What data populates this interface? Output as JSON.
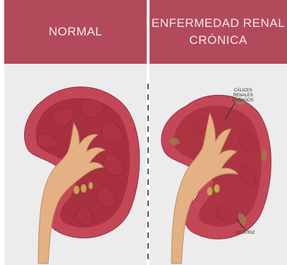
{
  "panels": {
    "left": {
      "title": "NORMAL"
    },
    "right": {
      "title_line1": "ENFERMEDAD RENAL",
      "title_line2": "CRÓNICA"
    }
  },
  "labels": {
    "damaged_calyces_line1": "CÁLICES RENALES",
    "damaged_calyces_line2": "DAÑADOS",
    "scar": "CICATRIZ"
  },
  "colors": {
    "header": "#b24a5c",
    "kidney_outer": "#c44757",
    "kidney_inner": "#a8303f",
    "pyramid": "#b93a4a",
    "pelvis": "#e3b184",
    "background": "#ececec"
  }
}
